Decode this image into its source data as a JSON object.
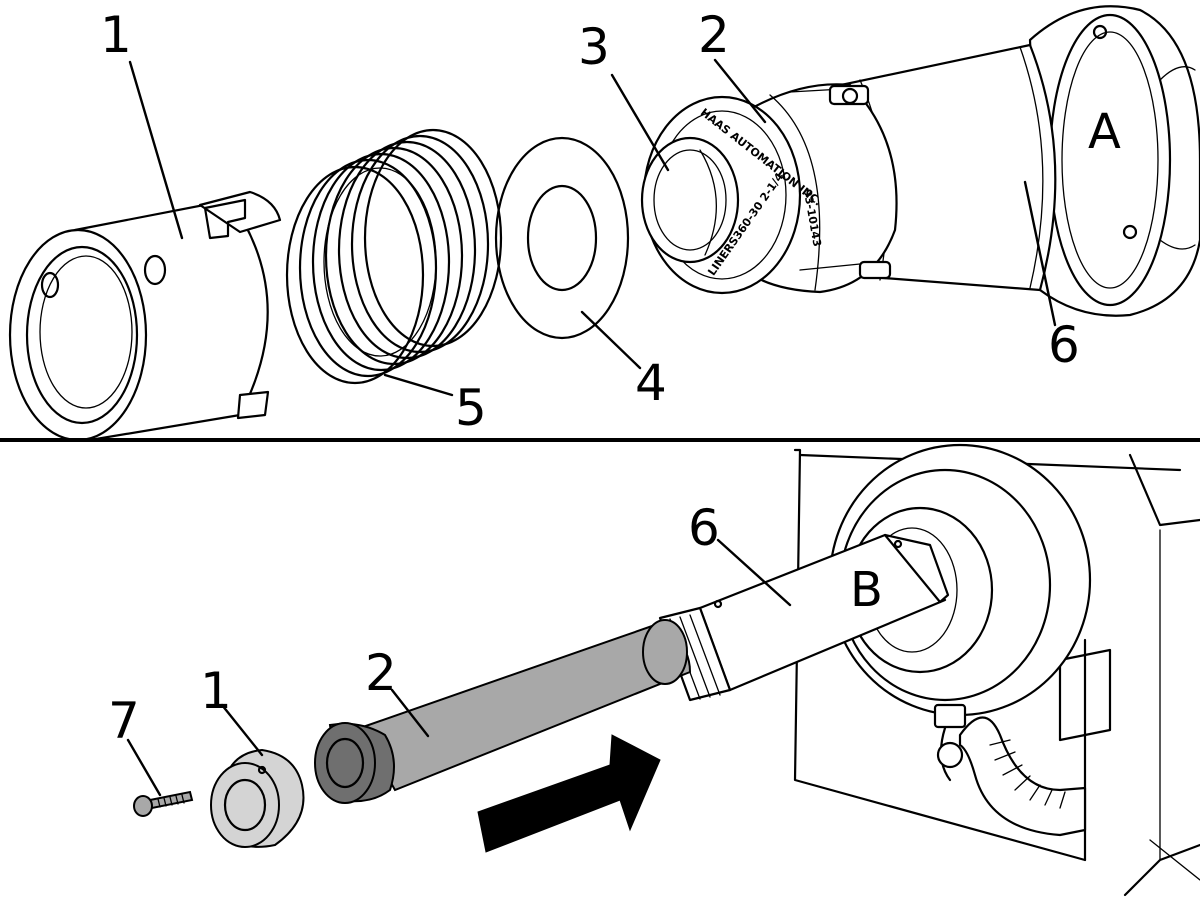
{
  "top_view": {
    "view_label": "A",
    "callouts": {
      "c1": "1",
      "c2": "2",
      "c3": "3",
      "c4": "4",
      "c5": "5",
      "c6": "6"
    },
    "ring_text": [
      "HAAS AUTOMATION INC.",
      "93-10143",
      "LINERS360-30 2-1/4"
    ]
  },
  "bottom_view": {
    "view_label": "B",
    "callouts": {
      "c6": "6",
      "c2": "2",
      "c1": "1",
      "c7": "7"
    }
  },
  "colors": {
    "line": "#000000",
    "tube": "#a8a8a8",
    "end_cap": "#6f6f6f",
    "nut": "#d4d4d4",
    "arrow": "#000000"
  },
  "icons": {
    "insert_direction": "arrow-right-icon"
  }
}
